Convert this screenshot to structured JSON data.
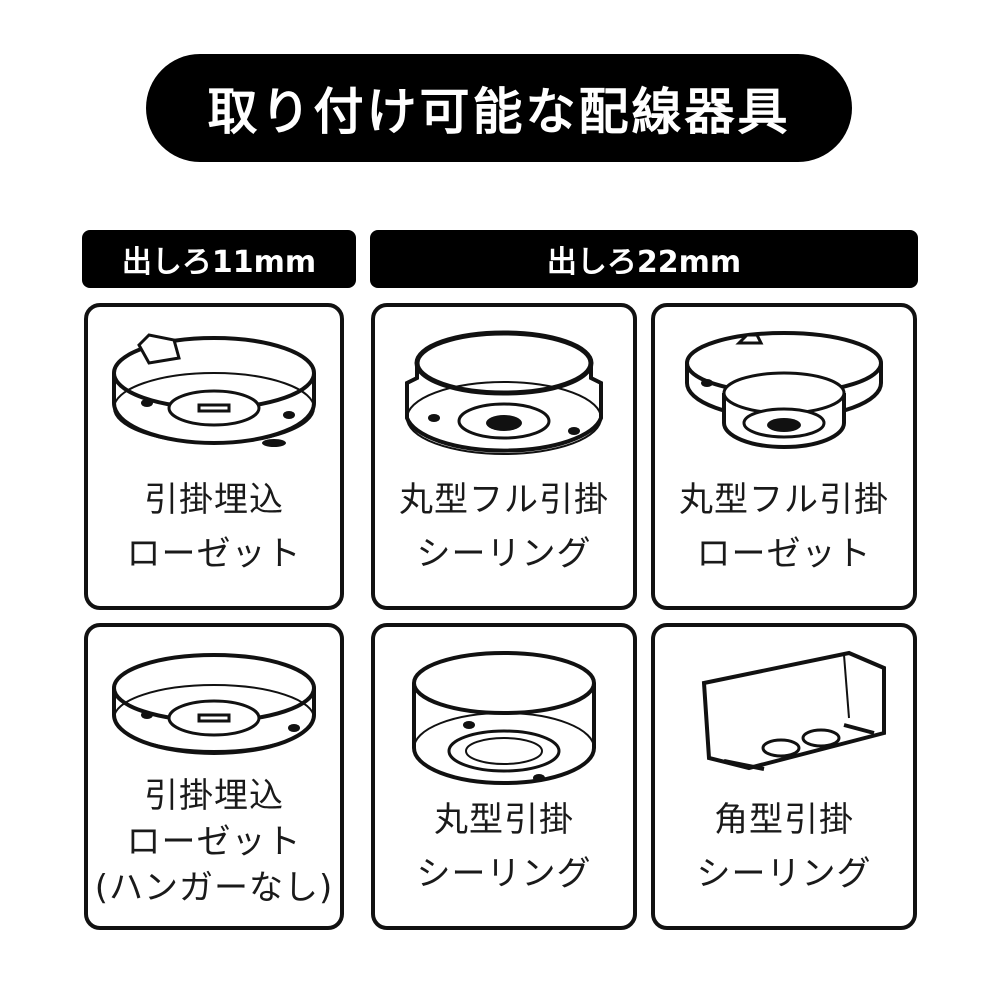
{
  "header": {
    "title": "取り付け可能な配線器具"
  },
  "groups": [
    {
      "label": "出しろ11mm"
    },
    {
      "label": "出しろ22mm"
    }
  ],
  "cards": [
    {
      "line1": "引掛埋込",
      "line2": "ローゼット",
      "line3": "",
      "icon": "embedded-rosette-with-hanger-icon"
    },
    {
      "line1": "丸型フル引掛",
      "line2": "シーリング",
      "line3": "",
      "icon": "round-full-ceiling-icon"
    },
    {
      "line1": "丸型フル引掛",
      "line2": "ローゼット",
      "line3": "",
      "icon": "round-full-rosette-icon"
    },
    {
      "line1": "引掛埋込",
      "line2": "ローゼット",
      "line3": "(ハンガーなし)",
      "icon": "embedded-rosette-no-hanger-icon"
    },
    {
      "line1": "丸型引掛",
      "line2": "シーリング",
      "line3": "",
      "icon": "round-ceiling-icon"
    },
    {
      "line1": "角型引掛",
      "line2": "シーリング",
      "line3": "",
      "icon": "square-ceiling-icon"
    }
  ],
  "colors": {
    "primary": "#000000",
    "background": "#ffffff"
  }
}
